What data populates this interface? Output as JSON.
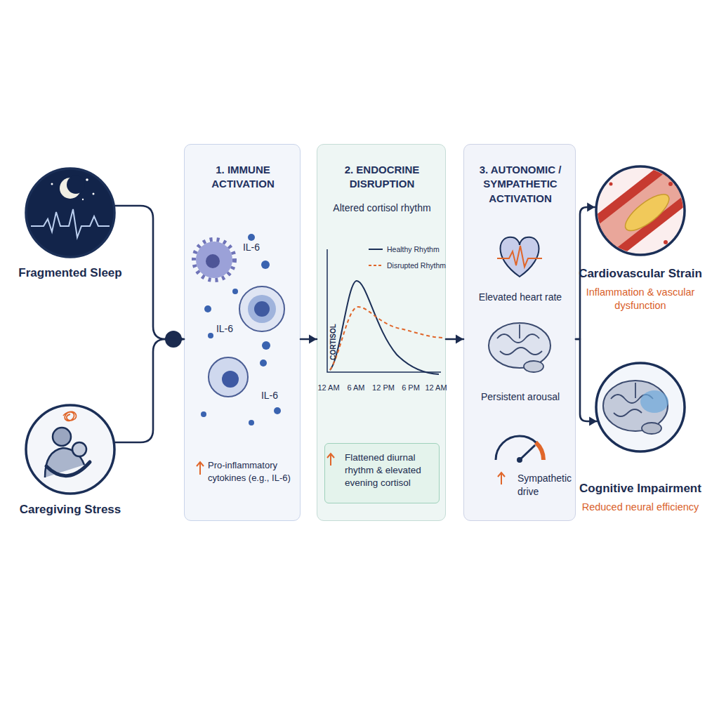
{
  "diagram": {
    "nodes": [
      {
        "text": [
          "Fragmented Sleep"
        ]
      },
      {
        "text": [
          "Caregiving Stress"
        ]
      },
      {
        "text": [
          "1. IMMUNE ACTIVATION",
          "Pro-inflammatory cytokines (e.g., IL-6)"
        ]
      },
      {
        "text": [
          "2. ENDOCRINE DISRUPTION",
          "Altered cortisol rhythm"
        ]
      },
      {
        "text": [
          "Flattened diurnal rhythm & elevated evening cortisol"
        ],
        "in": 3
      },
      {
        "text": [
          "3. AUTONOMIC / SYMPATHETIC ACTIVATION",
          "Elevated heart rate",
          "Persistent arousal",
          "Sympathetic drive"
        ]
      },
      {
        "text": [
          "Cardiovascular Strain",
          "Inflammation & vascular dysfunction"
        ]
      },
      {
        "text": [
          "Cognitive Impairment",
          "Reduced neural efficiency"
        ]
      }
    ],
    "edges": [
      {
        "from": 0,
        "to": 2,
        "arrow": "to"
      },
      {
        "from": 1,
        "to": 2,
        "arrow": "to"
      },
      {
        "from": 2,
        "to": 3,
        "arrow": "to"
      },
      {
        "from": 3,
        "to": 5,
        "arrow": "to"
      },
      {
        "from": 5,
        "to": 6,
        "arrow": "to"
      },
      {
        "from": 5,
        "to": 7,
        "arrow": "to"
      }
    ],
    "labels": [
      "IL-6",
      "IL-6",
      "IL-6",
      "CORTISOL",
      "12 AM",
      "6 AM",
      "12 PM",
      "6 PM",
      "12 AM"
    ],
    "legend": [
      {
        "text": "Healthy Rhythm"
      },
      {
        "text": "Disrupted Rhythm"
      }
    ]
  }
}
